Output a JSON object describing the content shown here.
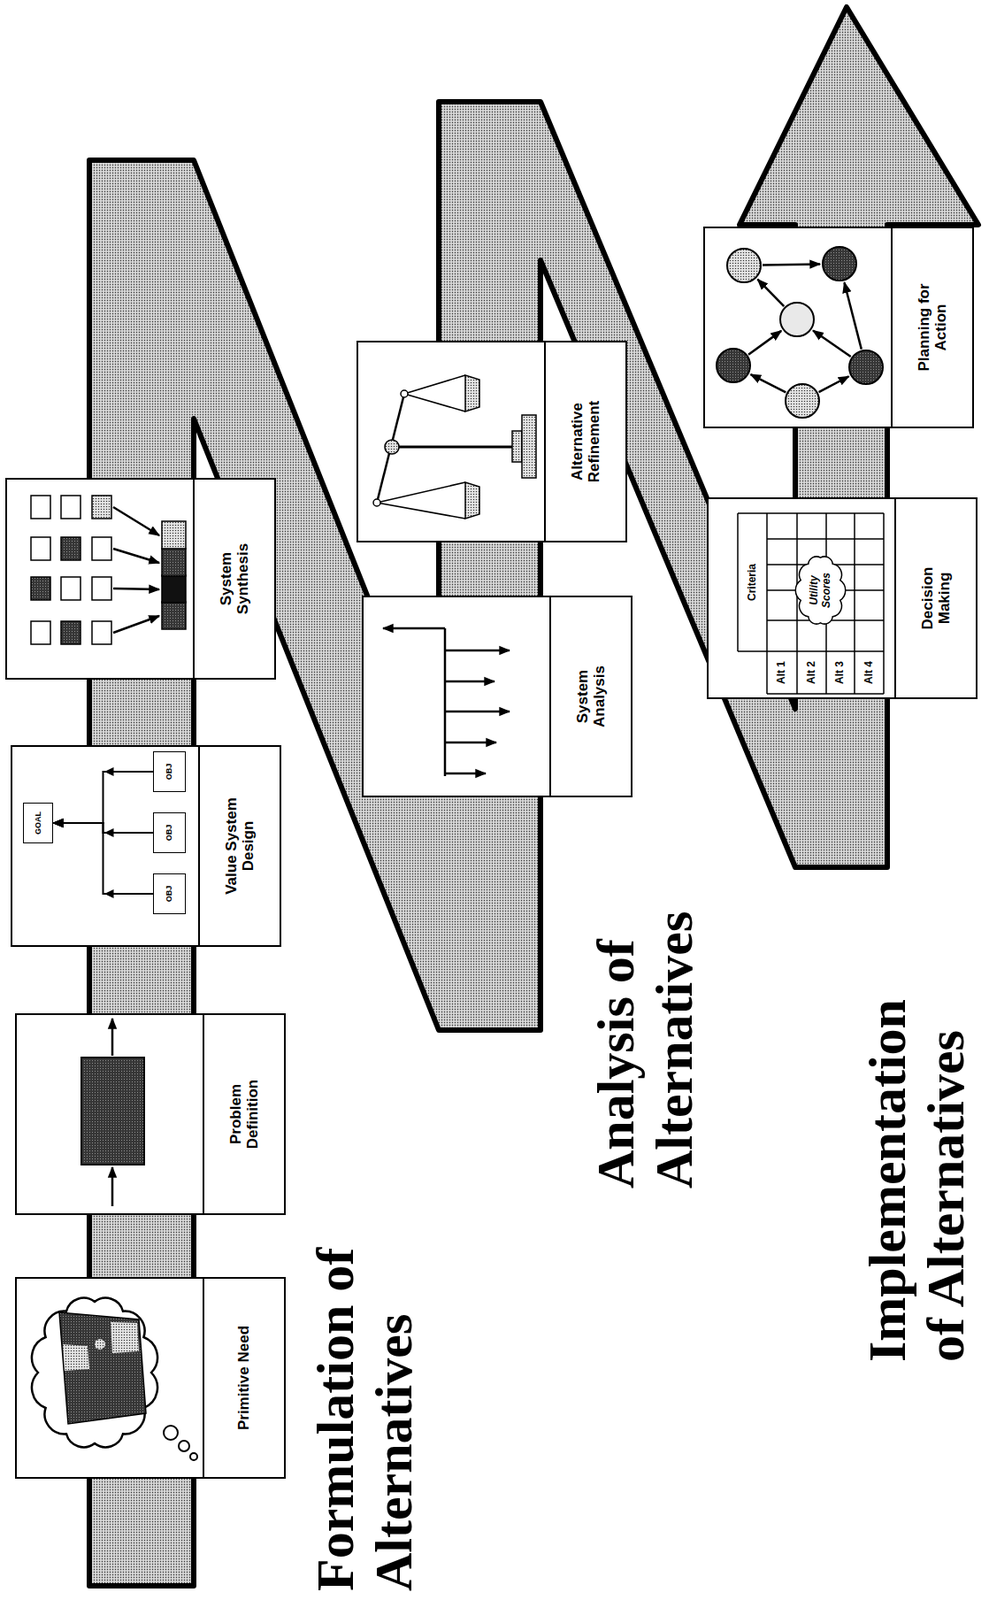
{
  "diagram": {
    "nodes": [
      {
        "text": [
          "Primitive Need"
        ]
      },
      {
        "text": [
          "Problem Definition"
        ]
      },
      {
        "text": [
          "Value System Design"
        ]
      },
      {
        "text": [
          "GOAL"
        ],
        "in": 2
      },
      {
        "text": [
          "OBJ"
        ],
        "in": 2
      },
      {
        "text": [
          "OBJ"
        ],
        "in": 2
      },
      {
        "text": [
          "OBJ"
        ],
        "in": 2
      },
      {
        "text": [
          "System Synthesis"
        ]
      },
      {
        "text": [
          "System Analysis"
        ]
      },
      {
        "text": [
          "Alternative Refinement"
        ]
      },
      {
        "text": [
          "Decision Making"
        ]
      },
      {
        "text": [
          "Utility Scores"
        ],
        "in": 10
      },
      {
        "text": [
          "Planning for Action"
        ]
      }
    ],
    "edges": [
      {
        "from": 4,
        "to": 3,
        "arrow": "to"
      },
      {
        "from": 5,
        "to": 3,
        "arrow": "to"
      },
      {
        "from": 6,
        "to": 3,
        "arrow": "to"
      }
    ],
    "labels": [
      "Formulation of Alternatives",
      "Analysis of Alternatives",
      "Implementation of Alternatives",
      "Criteria",
      "Alt 1",
      "Alt 2",
      "Alt 3",
      "Alt 4"
    ]
  }
}
